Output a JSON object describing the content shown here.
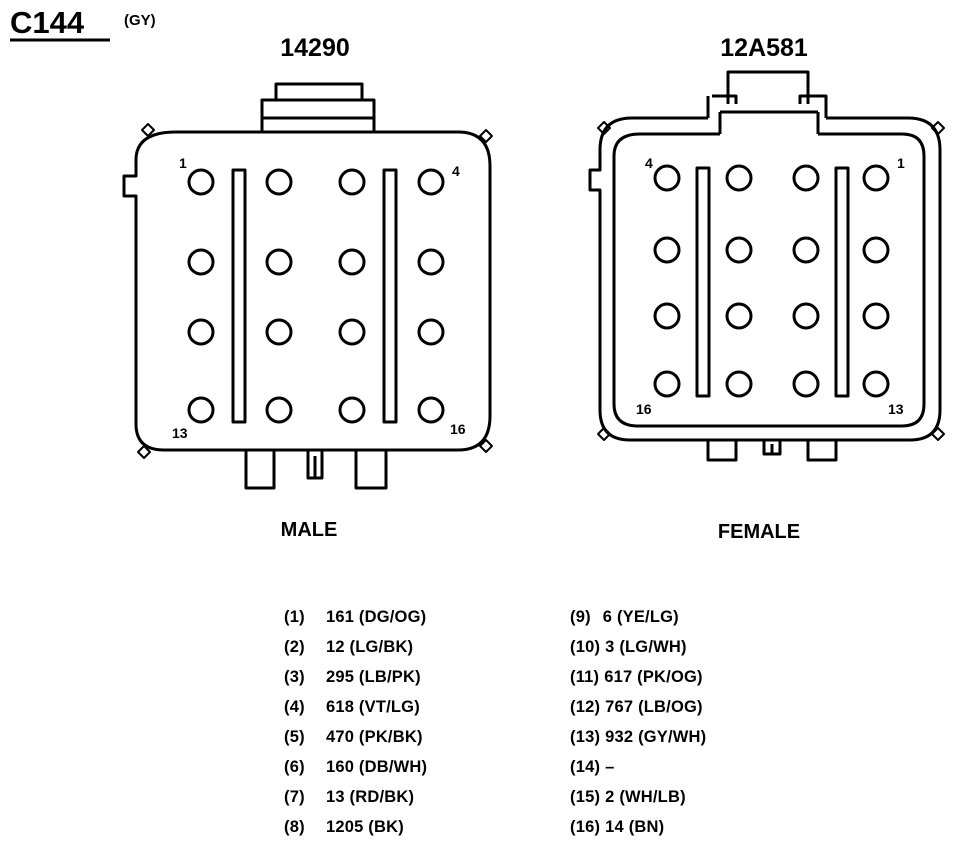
{
  "connector": {
    "id": "C144",
    "color_code": "(GY)"
  },
  "male": {
    "part_number": "14290",
    "label": "MALE",
    "pin_labels": {
      "top_left": "1",
      "top_right": "4",
      "bottom_left": "13",
      "bottom_right": "16"
    }
  },
  "female": {
    "part_number": "12A581",
    "label": "FEMALE",
    "pin_labels": {
      "top_left": "4",
      "top_right": "1",
      "bottom_left": "16",
      "bottom_right": "13"
    }
  },
  "pins": [
    {
      "num": "(1)",
      "circuit": "161 (DG/OG)"
    },
    {
      "num": "(2)",
      "circuit": "12 (LG/BK)"
    },
    {
      "num": "(3)",
      "circuit": "295 (LB/PK)"
    },
    {
      "num": "(4)",
      "circuit": "618 (VT/LG)"
    },
    {
      "num": "(5)",
      "circuit": "470 (PK/BK)"
    },
    {
      "num": "(6)",
      "circuit": "160 (DB/WH)"
    },
    {
      "num": "(7)",
      "circuit": "13 (RD/BK)"
    },
    {
      "num": "(8)",
      "circuit": "1205 (BK)"
    },
    {
      "num": "(9)",
      "circuit": "6 (YE/LG)"
    },
    {
      "num": "(10)",
      "circuit": "3 (LG/WH)"
    },
    {
      "num": "(11)",
      "circuit": "617 (PK/OG)"
    },
    {
      "num": "(12)",
      "circuit": "767 (LB/OG)"
    },
    {
      "num": "(13)",
      "circuit": "932 (GY/WH)"
    },
    {
      "num": "(14)",
      "circuit": "–"
    },
    {
      "num": "(15)",
      "circuit": "2 (WH/LB)"
    },
    {
      "num": "(16)",
      "circuit": "14 (BN)"
    }
  ]
}
